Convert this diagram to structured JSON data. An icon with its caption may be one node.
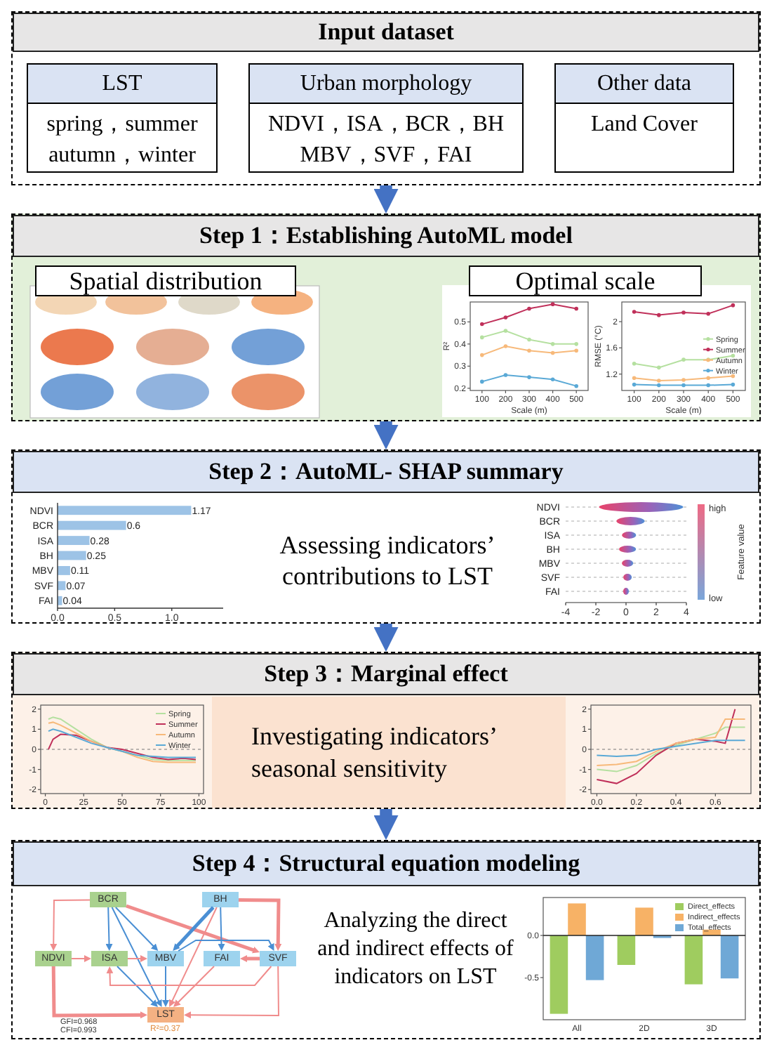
{
  "diagram": {
    "nodes": [
      {
        "text": [
          "Input dataset"
        ]
      },
      {
        "text": [
          "LST",
          "spring，summer autumn，winter"
        ],
        "in": 0
      },
      {
        "text": [
          "Urban morphology",
          "NDVI，ISA，BCR，BH MBV，SVF，FAI"
        ],
        "in": 0
      },
      {
        "text": [
          "Other data",
          "Land Cover"
        ],
        "in": 0
      },
      {
        "text": [
          "Step 1：Establishing AutoML model"
        ]
      },
      {
        "text": [
          "Spatial distribution"
        ],
        "in": 4
      },
      {
        "text": [
          "Optimal scale"
        ],
        "in": 4
      },
      {
        "text": [
          "Step 2：AutoML- SHAP summary",
          "Assessing indicators’ contributions to LST"
        ]
      },
      {
        "text": [
          "Step 3：Marginal effect"
        ]
      },
      {
        "text": [
          "Investigating indicators’ seasonal sensitivity"
        ],
        "in": 8
      },
      {
        "text": [
          "Step 4：Structural equation modeling",
          "Analyzing the direct and indirect effects of indicators on LST"
        ]
      },
      {
        "text": [
          "BCR"
        ],
        "in": 10
      },
      {
        "text": [
          "BH"
        ],
        "in": 10
      },
      {
        "text": [
          "NDVI"
        ],
        "in": 10
      },
      {
        "text": [
          "ISA"
        ],
        "in": 10
      },
      {
        "text": [
          "MBV"
        ],
        "in": 10
      },
      {
        "text": [
          "FAI"
        ],
        "in": 10
      },
      {
        "text": [
          "SVF"
        ],
        "in": 10
      },
      {
        "text": [
          "LST"
        ],
        "in": 10,
        "beside": [
          "R²=0.37"
        ]
      }
    ],
    "edges": [
      {
        "from": 0,
        "to": 4,
        "arrow": "to",
        "style": "thick",
        "color": "#4472c4"
      },
      {
        "from": 4,
        "to": 7,
        "arrow": "to",
        "style": "thick",
        "color": "#4472c4"
      },
      {
        "from": 7,
        "to": 8,
        "arrow": "to",
        "style": "thick",
        "color": "#4472c4"
      },
      {
        "from": 8,
        "to": 10,
        "arrow": "to",
        "style": "thick",
        "color": "#4472c4"
      },
      {
        "from": 11,
        "to": 13,
        "arrow": "to",
        "color": "#f08c8c"
      },
      {
        "from": 11,
        "to": 14,
        "arrow": "to",
        "color": "#4a8fd4"
      },
      {
        "from": 11,
        "to": 15,
        "arrow": "to",
        "color": "#4a8fd4"
      },
      {
        "from": 11,
        "to": 18,
        "arrow": "to",
        "color": "#4a8fd4"
      },
      {
        "from": 11,
        "to": 17,
        "arrow": "to",
        "style": "thick",
        "color": "#f08c8c"
      },
      {
        "from": 12,
        "to": 15,
        "arrow": "to",
        "style": "thick",
        "color": "#4a8fd4"
      },
      {
        "from": 12,
        "to": 16,
        "arrow": "to",
        "color": "#4a8fd4"
      },
      {
        "from": 12,
        "to": 18,
        "arrow": "to",
        "color": "#f08c8c"
      },
      {
        "from": 12,
        "to": 17,
        "arrow": "to",
        "style": "thick",
        "color": "#f08c8c"
      },
      {
        "from": 13,
        "to": 14,
        "arrow": "to",
        "color": "#f08c8c"
      },
      {
        "from": 13,
        "to": 18,
        "arrow": "to",
        "style": "thick",
        "color": "#f08c8c"
      },
      {
        "from": 14,
        "to": 15,
        "arrow": "to",
        "color": "#f08c8c"
      },
      {
        "from": 14,
        "to": 18,
        "arrow": "to",
        "color": "#4a8fd4"
      },
      {
        "from": 15,
        "to": 17,
        "arrow": "to",
        "color": "#4a8fd4"
      },
      {
        "from": 15,
        "to": 18,
        "arrow": "to",
        "color": "#4a8fd4"
      },
      {
        "from": 17,
        "to": 16,
        "arrow": "to",
        "style": "thick",
        "color": "#f08c8c"
      },
      {
        "from": 16,
        "to": 18,
        "arrow": "to",
        "color": "#f08c8c"
      },
      {
        "from": 17,
        "to": 18,
        "arrow": "to",
        "color": "#f08c8c"
      },
      {
        "from": 17,
        "to": 14,
        "arrow": "to",
        "color": "#f08c8c"
      }
    ],
    "labels": [
      "NDVI",
      "BCR",
      "ISA",
      "BH",
      "MBV",
      "SVF",
      "FAI",
      "-4",
      "-2",
      "0",
      "2",
      "4",
      "high",
      "Feature value",
      "low",
      "GFI=0.968",
      "CFI=0.993"
    ],
    "chart_data": [
      {
        "type": "line",
        "xlabel": "Scale (m)",
        "ylabel": "R²",
        "x": [
          100,
          200,
          300,
          400,
          500
        ],
        "xlim": [
          50,
          550
        ],
        "ylim": [
          0.19,
          0.59
        ],
        "xticks": [
          100,
          200,
          300,
          400,
          500
        ],
        "yticks": [
          0.2,
          0.3,
          0.4,
          0.5
        ],
        "series": [
          {
            "color": "#b5e0a0",
            "values": [
              0.43,
              0.46,
              0.42,
              0.4,
              0.4
            ]
          },
          {
            "color": "#c0305a",
            "values": [
              0.49,
              0.52,
              0.56,
              0.58,
              0.56
            ]
          },
          {
            "color": "#f7b97a",
            "values": [
              0.35,
              0.39,
              0.37,
              0.36,
              0.37
            ]
          },
          {
            "color": "#5aa9d6",
            "values": [
              0.23,
              0.26,
              0.25,
              0.24,
              0.21
            ]
          }
        ]
      },
      {
        "type": "line",
        "xlabel": "Scale (m)",
        "ylabel": "RMSE (°C)",
        "x": [
          100,
          200,
          300,
          400,
          500
        ],
        "xlim": [
          50,
          550
        ],
        "ylim": [
          0.95,
          2.3
        ],
        "xticks": [
          100,
          200,
          300,
          400,
          500
        ],
        "yticks": [
          1.2,
          1.6,
          2.0
        ],
        "legend": "right",
        "series": [
          {
            "name": "Spring",
            "color": "#b5e0a0",
            "values": [
              1.36,
              1.3,
              1.42,
              1.42,
              1.48
            ]
          },
          {
            "name": "Summer",
            "color": "#c0305a",
            "values": [
              2.15,
              2.1,
              2.14,
              2.12,
              2.25
            ]
          },
          {
            "name": "Autumn",
            "color": "#f7b97a",
            "values": [
              1.14,
              1.1,
              1.11,
              1.14,
              1.17
            ]
          },
          {
            "name": "Winter",
            "color": "#5aa9d6",
            "values": [
              1.04,
              1.03,
              1.03,
              1.03,
              1.04
            ]
          }
        ]
      },
      {
        "type": "bar",
        "orientation": "horizontal",
        "categories": [
          "NDVI",
          "BCR",
          "ISA",
          "BH",
          "MBV",
          "SVF",
          "FAI"
        ],
        "xlim": [
          0,
          1.45
        ],
        "xticks": [
          {
            "value": 0,
            "label": "0.0"
          },
          {
            "value": 0.5,
            "label": "0.5"
          },
          {
            "value": 1,
            "label": "1.0"
          }
        ],
        "data_labels": true,
        "series": [
          {
            "color": "#9dc3e6",
            "values": [
              1.17,
              0.6,
              0.28,
              0.25,
              0.11,
              0.07,
              0.04
            ]
          }
        ]
      },
      {
        "type": "line",
        "x": [
          2,
          5,
          10,
          20,
          30,
          40,
          50,
          60,
          70,
          80,
          90,
          98
        ],
        "xlim": [
          -3,
          103
        ],
        "ylim": [
          -2.2,
          2.2
        ],
        "xticks": [
          0,
          25,
          50,
          75,
          100
        ],
        "yticks": [
          -2,
          -1,
          0,
          1,
          2
        ],
        "legend": "upper right",
        "series": [
          {
            "name": "Spring",
            "color": "#b5e0a0",
            "values": [
              1.5,
              1.6,
              1.5,
              1.0,
              0.5,
              0.1,
              -0.1,
              -0.3,
              -0.5,
              -0.55,
              -0.55,
              -0.55
            ]
          },
          {
            "name": "Summer",
            "color": "#c0305a",
            "values": [
              0,
              0.5,
              0.75,
              0.7,
              0.4,
              0.1,
              0,
              -0.2,
              -0.4,
              -0.5,
              -0.45,
              -0.5
            ]
          },
          {
            "name": "Autumn",
            "color": "#f7b97a",
            "values": [
              1.3,
              1.35,
              1.2,
              0.8,
              0.4,
              0.1,
              -0.1,
              -0.4,
              -0.6,
              -0.65,
              -0.65,
              -0.65
            ]
          },
          {
            "name": "Winter",
            "color": "#5aa9d6",
            "values": [
              0.9,
              1.0,
              0.9,
              0.6,
              0.3,
              0.1,
              -0.1,
              -0.3,
              -0.35,
              -0.4,
              -0.4,
              -0.4
            ]
          }
        ]
      },
      {
        "type": "line",
        "x": [
          0,
          0.1,
          0.2,
          0.3,
          0.4,
          0.5,
          0.6,
          0.65,
          0.7,
          0.75
        ],
        "xlim": [
          -0.03,
          0.78
        ],
        "ylim": [
          -2.2,
          2.2
        ],
        "xticks": [
          {
            "value": 0,
            "label": "0.0"
          },
          {
            "value": 0.2,
            "label": "0.2"
          },
          {
            "value": 0.4,
            "label": "0.4"
          },
          {
            "value": 0.6,
            "label": "0.6"
          }
        ],
        "yticks": [
          -2,
          -1,
          0,
          1,
          2
        ],
        "series": [
          {
            "color": "#b5e0a0",
            "values": [
              -1.0,
              -1.1,
              -0.8,
              -0.2,
              0.2,
              0.5,
              0.8,
              1.1,
              1.1,
              1.1
            ]
          },
          {
            "color": "#c0305a",
            "values": [
              -1.5,
              -1.7,
              -1.2,
              -0.3,
              0.3,
              0.5,
              0.4,
              0.3,
              2.0,
              null
            ]
          },
          {
            "color": "#f7b97a",
            "values": [
              -0.8,
              -0.75,
              -0.6,
              -0.1,
              0.3,
              0.5,
              0.6,
              1.5,
              1.5,
              1.5
            ]
          },
          {
            "color": "#5aa9d6",
            "values": [
              -0.3,
              -0.35,
              -0.3,
              0,
              0.15,
              0.3,
              0.45,
              0.45,
              0.45,
              0.45
            ]
          }
        ]
      },
      {
        "type": "bar",
        "categories": [
          "All",
          "2D",
          "3D"
        ],
        "ylim": [
          -1.0,
          0.45
        ],
        "yticks": [
          {
            "value": -0.5,
            "label": "-0.5"
          },
          {
            "value": 0,
            "label": "0.0"
          }
        ],
        "legend": "upper right",
        "series": [
          {
            "name": "Direct_effects",
            "color": "#9fcc5f",
            "values": [
              -0.93,
              -0.35,
              -0.58
            ]
          },
          {
            "name": "Indirect_effects",
            "color": "#f7b266",
            "values": [
              0.38,
              0.33,
              0.07
            ]
          },
          {
            "name": "Total_effects",
            "color": "#6fa8d6",
            "values": [
              -0.53,
              -0.03,
              -0.51
            ]
          }
        ]
      }
    ]
  }
}
